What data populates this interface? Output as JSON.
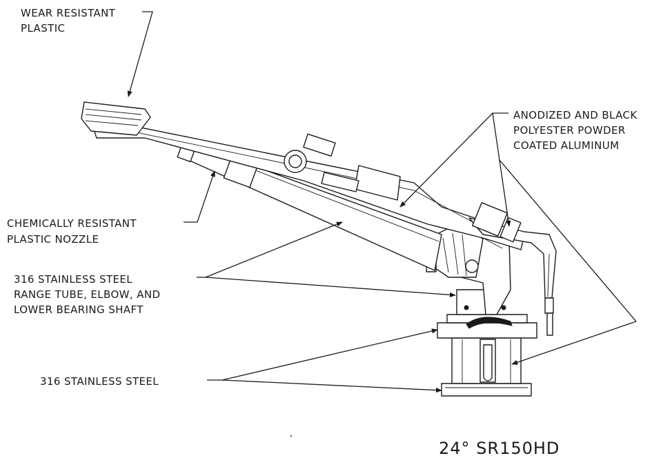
{
  "labels": {
    "wear_1": "WEAR RESISTANT",
    "wear_2": "PLASTIC",
    "anod_1": "ANODIZED AND BLACK",
    "anod_2": "POLYESTER POWDER",
    "anod_3": "COATED ALUMINUM",
    "chem_1": "CHEMICALLY RESISTANT",
    "chem_2": "PLASTIC NOZZLE",
    "ss316_1": "316 STAINLESS STEEL",
    "ss316_2": "RANGE TUBE, ELBOW, AND",
    "ss316_3": "LOWER BEARING SHAFT",
    "ss316_base": "316 STAINLESS STEEL"
  },
  "title": "24° SR150HD"
}
